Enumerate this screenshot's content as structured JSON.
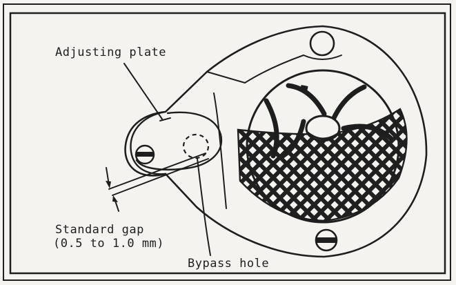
{
  "labels": {
    "adjusting_plate": "Adjusting plate",
    "standard_gap_title": "Standard gap",
    "standard_gap_range": "(0.5 to 1.0 mm)",
    "bypass_hole": "Bypass hole"
  },
  "colors": {
    "ink": "#1e1e1e",
    "paper": "#f4f3ef"
  }
}
